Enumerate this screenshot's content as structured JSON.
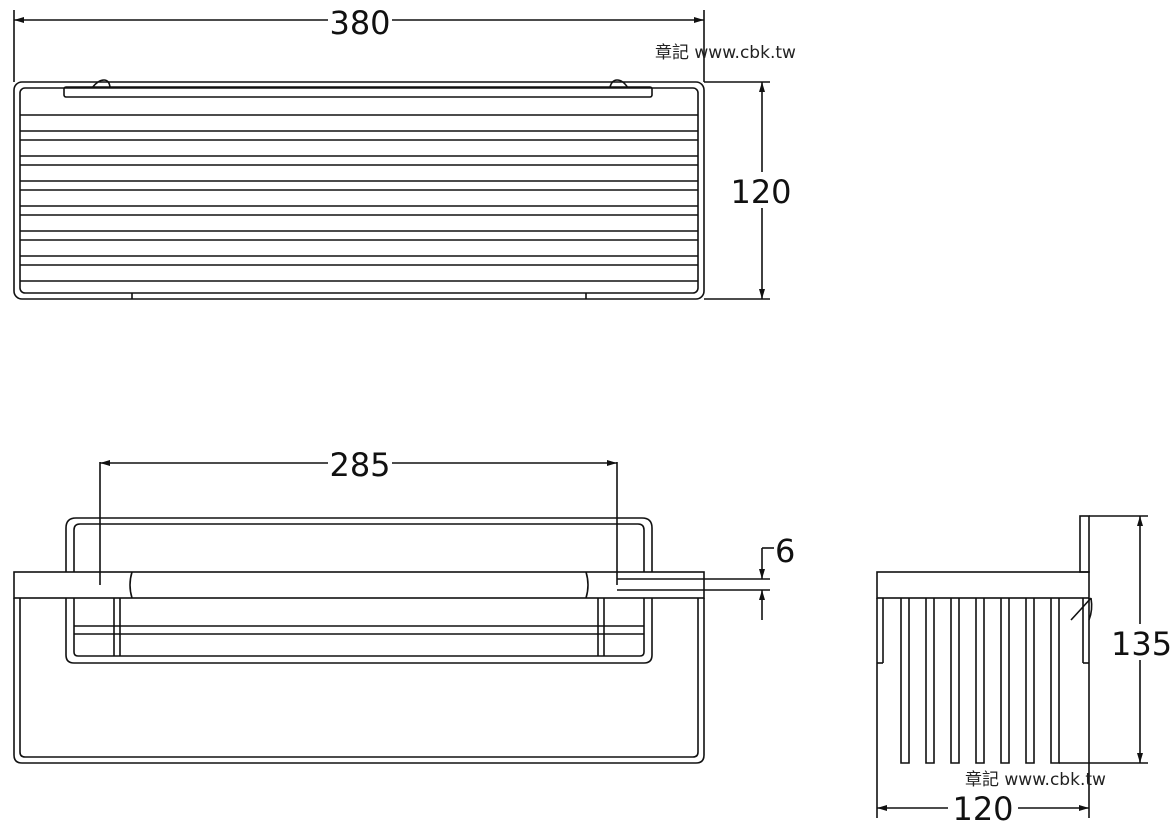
{
  "dimensions": {
    "top_width": "380",
    "top_height": "120",
    "front_inner_width": "285",
    "front_thickness": "6",
    "side_height": "135",
    "side_width": "120"
  },
  "watermarks": {
    "top": "章記 www.cbk.tw",
    "bottom": "章記 www.cbk.tw"
  }
}
